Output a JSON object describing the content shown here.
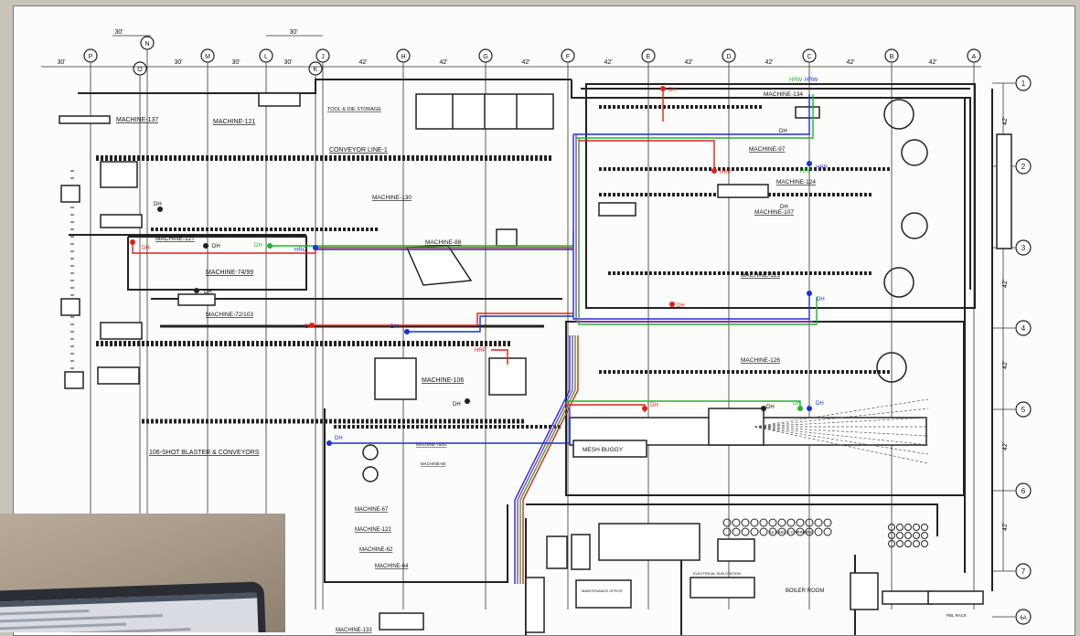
{
  "grid_columns": [
    "P",
    "O",
    "N",
    "M",
    "L",
    "K",
    "J",
    "H",
    "G",
    "F",
    "E",
    "D",
    "C",
    "B",
    "A"
  ],
  "grid_rows": [
    "1",
    "2",
    "3",
    "4",
    "5",
    "6",
    "7",
    "6A"
  ],
  "dimensions": {
    "top": [
      "30'",
      "30'",
      "30'",
      "30'",
      "42'",
      "42'",
      "42'",
      "42'",
      "42'",
      "42'",
      "42'",
      "42'"
    ],
    "above": [
      "30'",
      "30'"
    ],
    "right": [
      "42'",
      "42'",
      "42'",
      "42'",
      "42'",
      "42'"
    ]
  },
  "labels": {
    "machine_137": "MACHINE-137",
    "machine_121": "MACHINE-121",
    "tool_die": "TOOL & DIE STORAGE",
    "conveyor_1": "CONVEYOR LINE-1",
    "machine_130": "MACHINE-130",
    "machine_127": "MACHINE-127",
    "machine_74_99": "MACHINE-74/99",
    "machine_88": "MACHINE-88",
    "machine_72_103": "MACHINE-72/103",
    "machine_106": "MACHINE-106",
    "shot_blaster": "106-SHOT BLASTER & CONVEYORS",
    "machine_75_51": "MACHINE-75/51",
    "machine_60": "MACHINE-60",
    "machine_67": "MACHINE-67",
    "machine_122": "MACHINE-122",
    "machine_62": "MACHINE-62",
    "machine_64": "MACHINE-64",
    "machine_133": "MACHINE-133",
    "machine_134": "MACHINE-134",
    "machine_97": "MACHINE-97",
    "machine_124": "MACHINE-124",
    "machine_107": "MACHINE-107",
    "machine_123": "MACHINE-123",
    "machine_126": "MACHINE-126",
    "mesh_buggy": "MESH BUGGY",
    "boiler_room": "BOILER ROOM",
    "single_carrier": "22 SINGLE CARRIERS",
    "maintenance": "MAINTENANCE OFFICE",
    "electrical": "ELECTRICAL SUB STATION",
    "pbl_rack": "PBL RACK"
  },
  "callouts": {
    "dh": "DH",
    "hrp": "HRP",
    "hrc": "HRC",
    "hrw": "HRW"
  },
  "colors": {
    "dh_red": "#e0201c",
    "hrc_blue": "#1d2fd6",
    "hrw_green": "#1fb52a",
    "purple": "#a334c6",
    "line": "#222222"
  }
}
